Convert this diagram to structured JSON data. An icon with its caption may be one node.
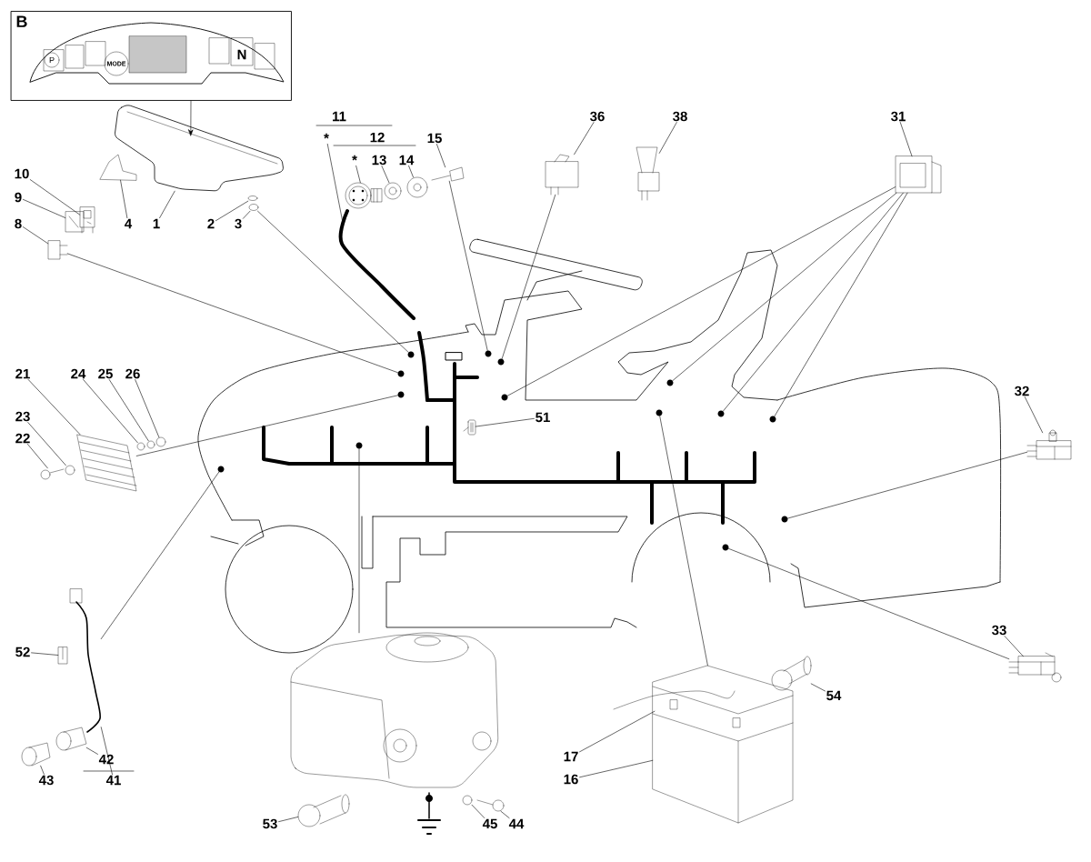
{
  "diagram": {
    "nodes": [
      {
        "text": [
          "B"
        ]
      },
      {
        "text": [
          "10"
        ]
      },
      {
        "text": [
          "9"
        ]
      },
      {
        "text": [
          "8"
        ]
      },
      {
        "text": [
          "4"
        ]
      },
      {
        "text": [
          "1"
        ]
      },
      {
        "text": [
          "2"
        ]
      },
      {
        "text": [
          "3"
        ]
      },
      {
        "text": [
          "*"
        ]
      },
      {
        "text": [
          "*"
        ]
      },
      {
        "text": [
          "13"
        ]
      },
      {
        "text": [
          "14"
        ]
      },
      {
        "text": [
          "15"
        ]
      },
      {
        "text": [
          "36"
        ]
      },
      {
        "text": [
          "38"
        ]
      },
      {
        "text": [
          "31"
        ]
      },
      {
        "text": [
          "21"
        ]
      },
      {
        "text": [
          "24"
        ]
      },
      {
        "text": [
          "25"
        ]
      },
      {
        "text": [
          "26"
        ]
      },
      {
        "text": [
          "23"
        ]
      },
      {
        "text": [
          "22"
        ]
      },
      {
        "text": [
          "51"
        ]
      },
      {
        "text": [
          "32"
        ]
      },
      {
        "text": [
          "33"
        ]
      },
      {
        "text": [
          "52"
        ]
      },
      {
        "text": [
          "54"
        ]
      },
      {
        "text": [
          "17"
        ]
      },
      {
        "text": [
          "42"
        ]
      },
      {
        "text": [
          "16"
        ]
      },
      {
        "text": [
          "43"
        ]
      },
      {
        "text": [
          "41"
        ]
      },
      {
        "text": [
          "53"
        ]
      },
      {
        "text": [
          "45"
        ]
      },
      {
        "text": [
          "44"
        ]
      },
      {
        "text": [],
        "shape": "picture"
      },
      {
        "text": [],
        "shape": "picture"
      },
      {
        "text": [],
        "shape": "picture"
      },
      {
        "text": [],
        "shape": "picture"
      },
      {
        "text": [],
        "shape": "picture"
      },
      {
        "text": [],
        "shape": "picture"
      },
      {
        "text": [],
        "shape": "picture"
      },
      {
        "text": [],
        "shape": "picture"
      },
      {
        "text": [],
        "shape": "picture"
      },
      {
        "text": [],
        "shape": "picture"
      },
      {
        "text": [],
        "shape": "picture"
      },
      {
        "text": [],
        "shape": "picture"
      },
      {
        "text": [],
        "shape": "picture"
      },
      {
        "text": [],
        "shape": "picture"
      },
      {
        "text": [],
        "shape": "picture"
      },
      {
        "text": [],
        "shape": "picture"
      },
      {
        "text": [],
        "shape": "picture"
      },
      {
        "text": [],
        "shape": "picture"
      },
      {
        "text": [],
        "shape": "picture"
      },
      {
        "text": [],
        "shape": "picture"
      },
      {
        "text": [],
        "shape": "picture"
      },
      {
        "text": [],
        "shape": "picture"
      },
      {
        "text": [],
        "shape": "picture"
      },
      {
        "text": [],
        "shape": "picture"
      },
      {
        "text": [],
        "shape": "picture"
      },
      {
        "text": [],
        "shape": "picture"
      },
      {
        "text": [],
        "shape": "picture"
      },
      {
        "text": [],
        "shape": "picture"
      },
      {
        "text": [],
        "shape": "picture"
      },
      {
        "text": [],
        "shape": "picture"
      },
      {
        "text": [],
        "shape": "picture"
      },
      {
        "text": [],
        "shape": "picture"
      },
      {
        "text": [],
        "shape": "picture"
      },
      {
        "text": [],
        "shape": "picture"
      },
      {
        "text": [],
        "shape": "picture"
      },
      {
        "text": [],
        "shape": "circle"
      },
      {
        "text": [],
        "shape": "circle"
      },
      {
        "text": [],
        "shape": "circle"
      },
      {
        "text": [],
        "shape": "circle"
      },
      {
        "text": [],
        "shape": "circle"
      },
      {
        "text": [],
        "shape": "circle"
      },
      {
        "text": [],
        "shape": "circle"
      },
      {
        "text": [],
        "shape": "circle"
      },
      {
        "text": [],
        "shape": "circle"
      },
      {
        "text": [],
        "shape": "circle"
      },
      {
        "text": [],
        "shape": "circle"
      },
      {
        "text": [],
        "shape": "circle"
      },
      {
        "text": [],
        "shape": "circle"
      },
      {
        "text": [],
        "shape": "circle"
      }
    ],
    "edges": [
      {
        "from": 0,
        "to": 39,
        "arrow": "to"
      },
      {
        "from": 1,
        "to": 35,
        "arrow": "none"
      },
      {
        "from": 2,
        "to": 36,
        "arrow": "none"
      },
      {
        "from": 3,
        "to": 37,
        "arrow": "none"
      },
      {
        "from": 4,
        "to": 38,
        "arrow": "none"
      },
      {
        "from": 5,
        "to": 39,
        "arrow": "none"
      },
      {
        "from": 6,
        "to": 40,
        "arrow": "none"
      },
      {
        "from": 7,
        "to": 41,
        "arrow": "none"
      },
      {
        "from": 8,
        "to": 42,
        "arrow": "none"
      },
      {
        "from": 9,
        "to": 43,
        "arrow": "none"
      },
      {
        "from": 10,
        "to": 44,
        "arrow": "none"
      },
      {
        "from": 11,
        "to": 45,
        "arrow": "none"
      },
      {
        "from": 12,
        "to": 46,
        "arrow": "none"
      },
      {
        "from": 13,
        "to": 47,
        "arrow": "none"
      },
      {
        "from": 14,
        "to": 48,
        "arrow": "none"
      },
      {
        "from": 15,
        "to": 49,
        "arrow": "none"
      },
      {
        "from": 16,
        "to": 50,
        "arrow": "none"
      },
      {
        "from": 17,
        "to": 51,
        "arrow": "none"
      },
      {
        "from": 18,
        "to": 52,
        "arrow": "none"
      },
      {
        "from": 19,
        "to": 53,
        "arrow": "none"
      },
      {
        "from": 20,
        "to": 54,
        "arrow": "none"
      },
      {
        "from": 21,
        "to": 55,
        "arrow": "none"
      },
      {
        "from": 22,
        "to": 56,
        "arrow": "none"
      },
      {
        "from": 23,
        "to": 57,
        "arrow": "none"
      },
      {
        "from": 24,
        "to": 58,
        "arrow": "none"
      },
      {
        "from": 25,
        "to": 59,
        "arrow": "none"
      },
      {
        "from": 26,
        "to": 60,
        "arrow": "none"
      },
      {
        "from": 27,
        "to": 61,
        "arrow": "none"
      },
      {
        "from": 28,
        "to": 62,
        "arrow": "none"
      },
      {
        "from": 29,
        "to": 63,
        "arrow": "none"
      },
      {
        "from": 30,
        "to": 64,
        "arrow": "none"
      },
      {
        "from": 31,
        "to": 65,
        "arrow": "none"
      },
      {
        "from": 32,
        "to": 66,
        "arrow": "none"
      },
      {
        "from": 33,
        "to": 67,
        "arrow": "none"
      },
      {
        "from": 34,
        "to": 68,
        "arrow": "none"
      },
      {
        "from": 65,
        "to": 70,
        "arrow": "none"
      },
      {
        "from": 69,
        "to": 71,
        "arrow": "none"
      },
      {
        "from": 37,
        "to": 72,
        "arrow": "none"
      },
      {
        "from": 50,
        "to": 73,
        "arrow": "none"
      },
      {
        "from": 41,
        "to": 74,
        "arrow": "none"
      },
      {
        "from": 46,
        "to": 75,
        "arrow": "none"
      },
      {
        "from": 47,
        "to": 76,
        "arrow": "none"
      },
      {
        "from": 49,
        "to": 77,
        "arrow": "none"
      },
      {
        "from": 63,
        "to": 78,
        "arrow": "none"
      },
      {
        "from": 49,
        "to": 79,
        "arrow": "none"
      },
      {
        "from": 49,
        "to": 80,
        "arrow": "none"
      },
      {
        "from": 58,
        "to": 81,
        "arrow": "none"
      },
      {
        "from": 49,
        "to": 82,
        "arrow": "none"
      },
      {
        "from": 57,
        "to": 83,
        "arrow": "none"
      }
    ],
    "labels": [
      "P",
      "MODE",
      "N",
      "11",
      "12"
    ]
  }
}
